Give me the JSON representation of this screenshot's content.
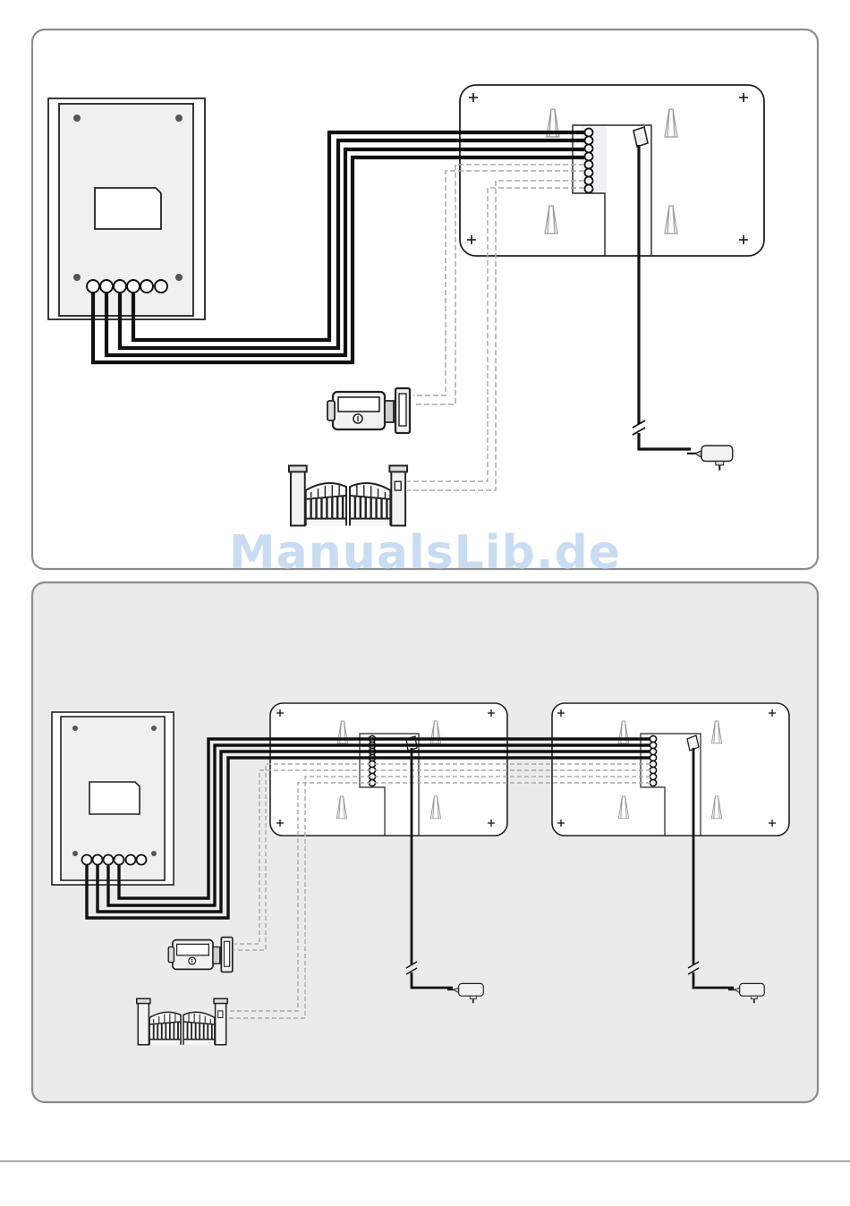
{
  "watermark": {
    "text": "ManualsLib.de"
  },
  "colors": {
    "watermark": "#c9dcf2",
    "panel_top_bg": "#ffffff",
    "panel_bottom_bg": "#ebebeb",
    "panel_border": "#8c8c8c",
    "wire": "#111111",
    "dashed_wire": "#aaaaaa",
    "device_fill": "#f2f2f2",
    "device_stroke": "#222222"
  },
  "scenes": [
    {
      "id": "single-monitor",
      "monitors": 1,
      "door_lock": true,
      "gate": true,
      "power_adapters": 1
    },
    {
      "id": "dual-monitor",
      "monitors": 2,
      "door_lock": true,
      "gate": true,
      "power_adapters": 2
    }
  ]
}
